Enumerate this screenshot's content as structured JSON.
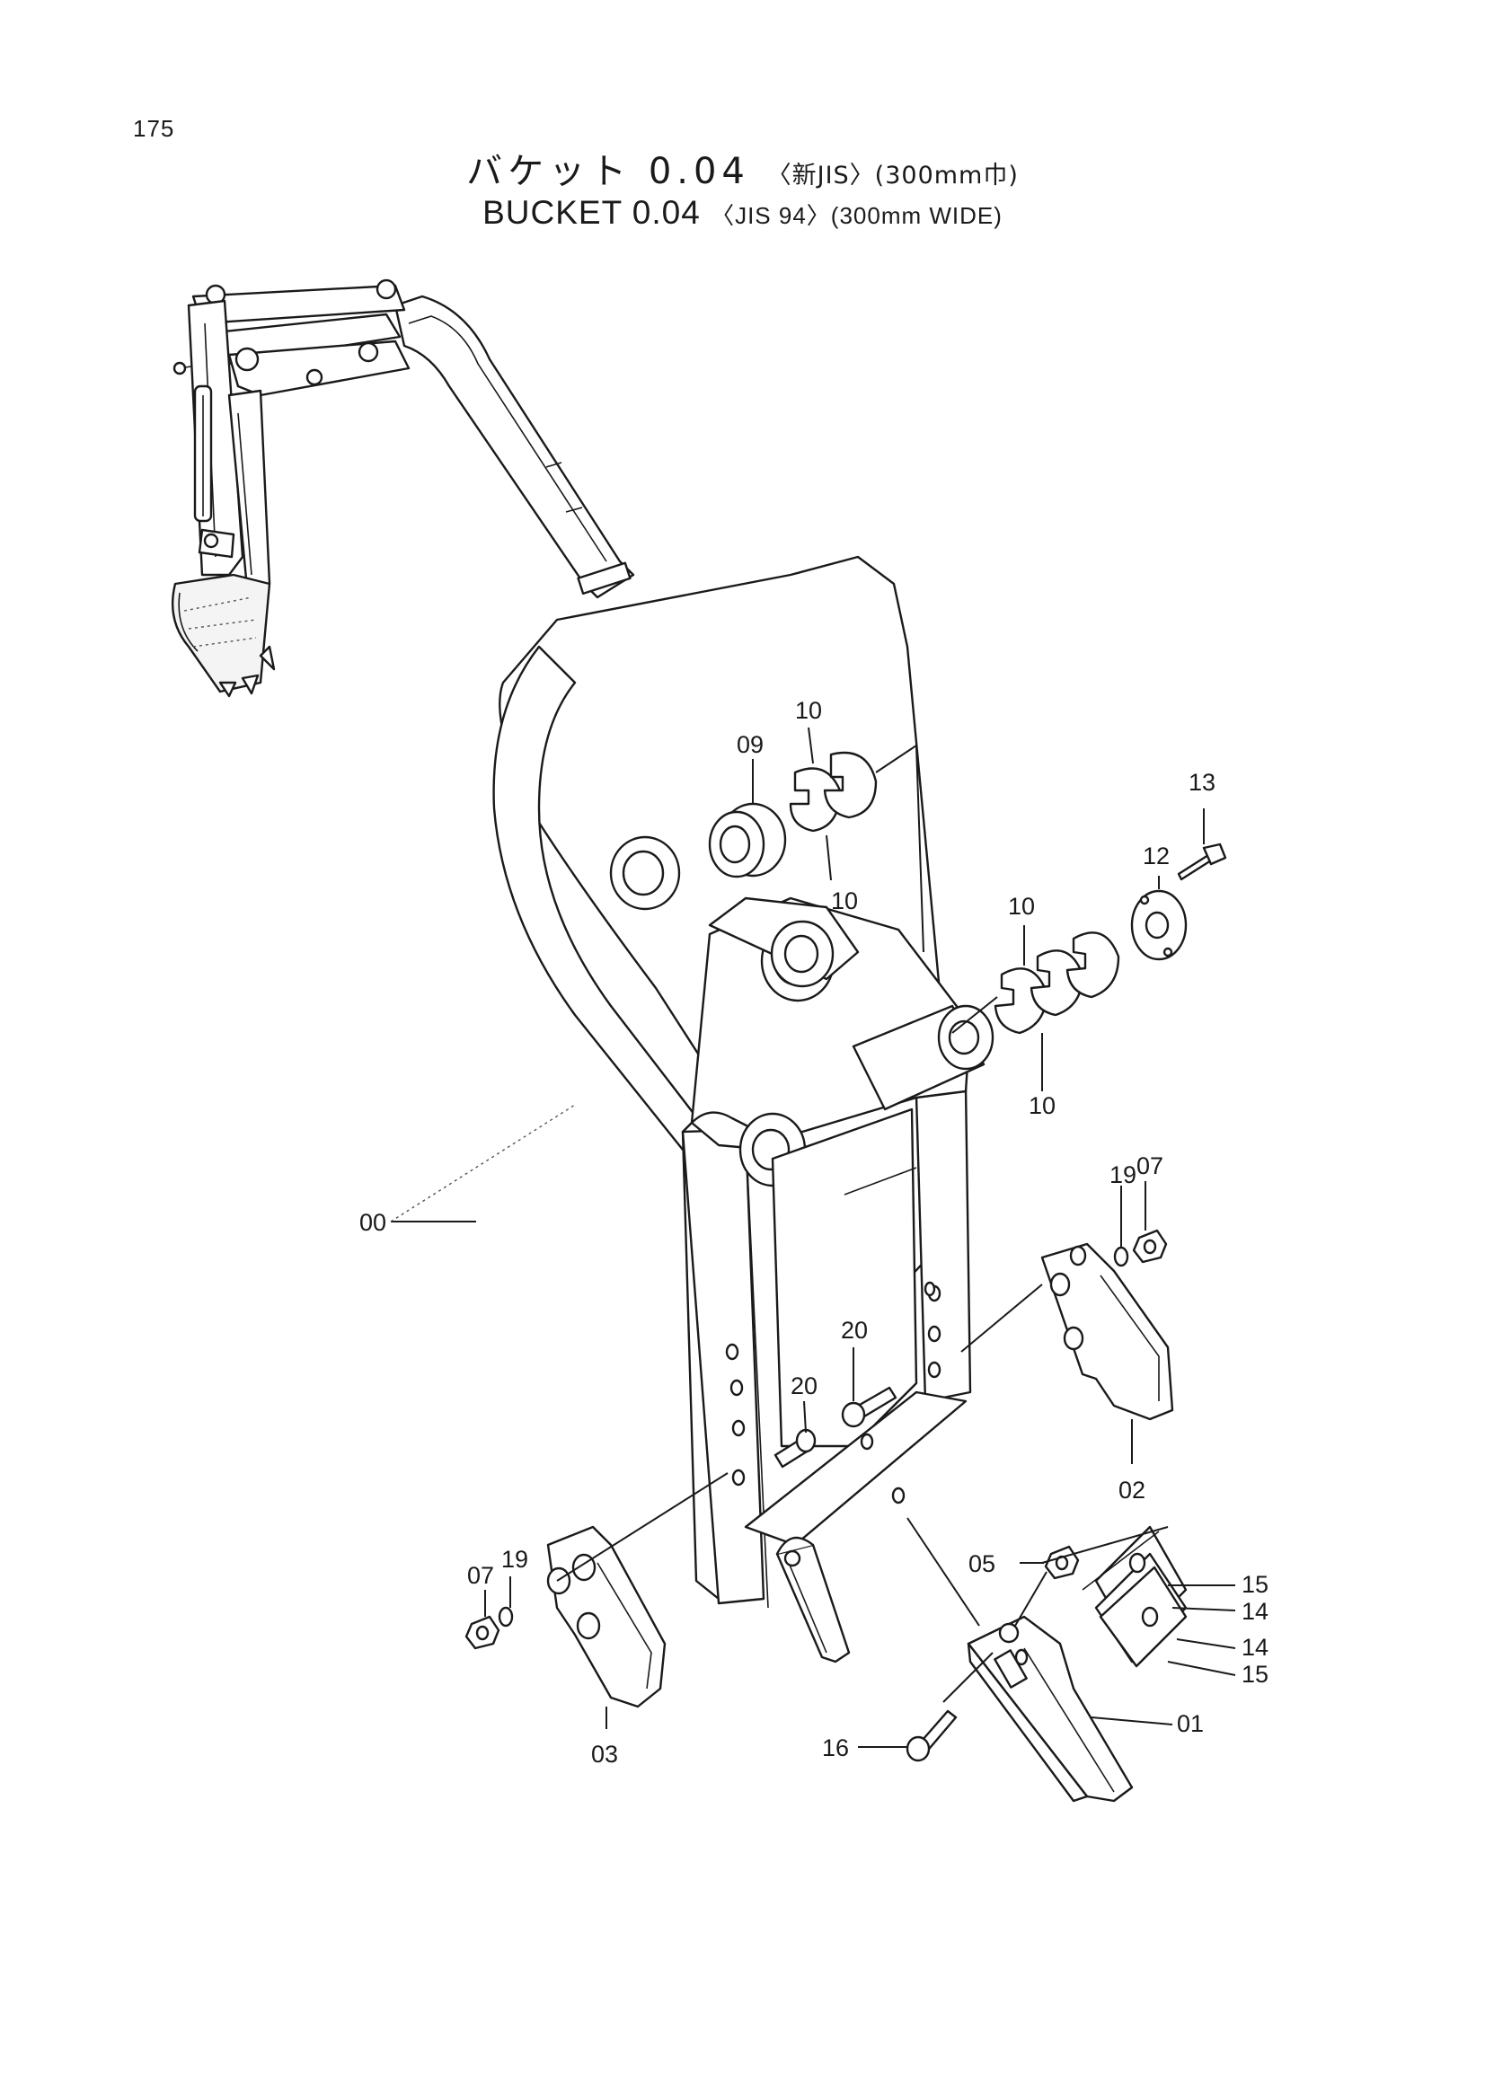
{
  "page_number": "175",
  "title": {
    "jp_main": "バケット 0.04",
    "jp_sub": "〈新JIS〉(300mm巾)",
    "en_main": "BUCKET  0.04",
    "en_sub": "〈JIS 94〉(300mm WIDE)"
  },
  "callouts": {
    "c00": "00",
    "c01": "01",
    "c02": "02",
    "c03": "03",
    "c05": "05",
    "c07a": "07",
    "c07b": "07",
    "c09": "09",
    "c10a": "10",
    "c10b": "10",
    "c10c": "10",
    "c10d": "10",
    "c12": "12",
    "c13": "13",
    "c14a": "14",
    "c14b": "14",
    "c15a": "15",
    "c15b": "15",
    "c16": "16",
    "c19a": "19",
    "c19b": "19",
    "c20a": "20",
    "c20b": "20"
  }
}
